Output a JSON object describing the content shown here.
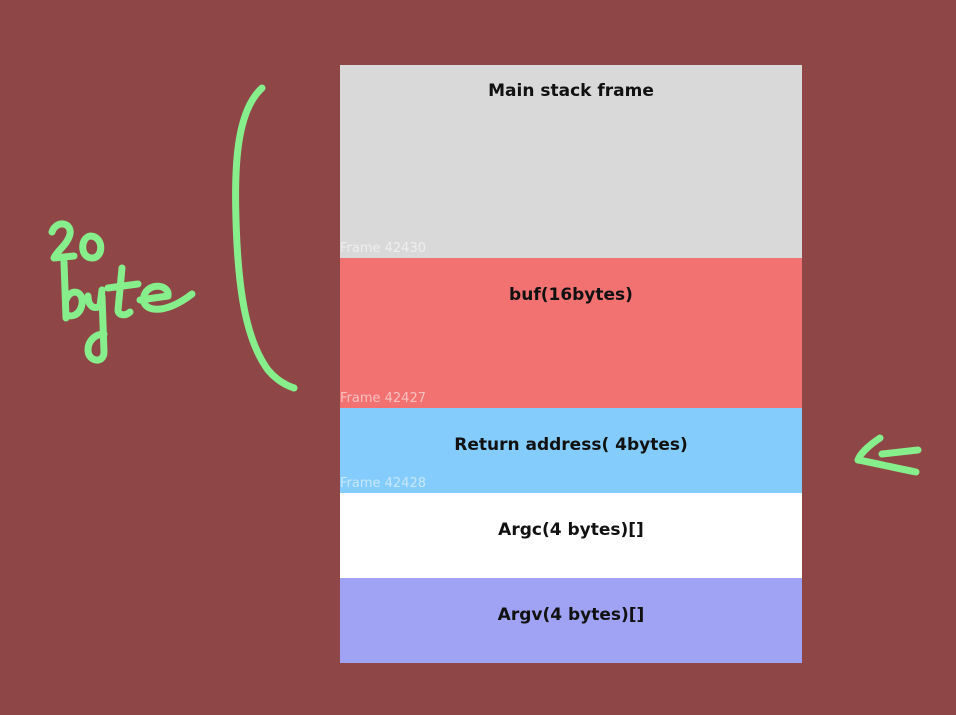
{
  "blocks": [
    {
      "label": "Main stack frame",
      "frame": "Frame 42430",
      "color": "#d9d9d9"
    },
    {
      "label": "buf(16bytes)",
      "frame": "Frame 42427",
      "color": "#f27272"
    },
    {
      "label": "Return address( 4bytes)",
      "frame": "Frame 42428",
      "color": "#84ccfb"
    },
    {
      "label": "Argc(4 bytes)[]",
      "frame": "",
      "color": "#ffffff"
    },
    {
      "label": "Argv(4 bytes)[]",
      "frame": "",
      "color": "#a0a2f3"
    }
  ],
  "annotations": {
    "handwritten_note": "20 byte",
    "note_color": "#86ef8c",
    "bracket": "left-bracket",
    "arrow": "left-arrow-icon"
  },
  "background": "#8f4646"
}
